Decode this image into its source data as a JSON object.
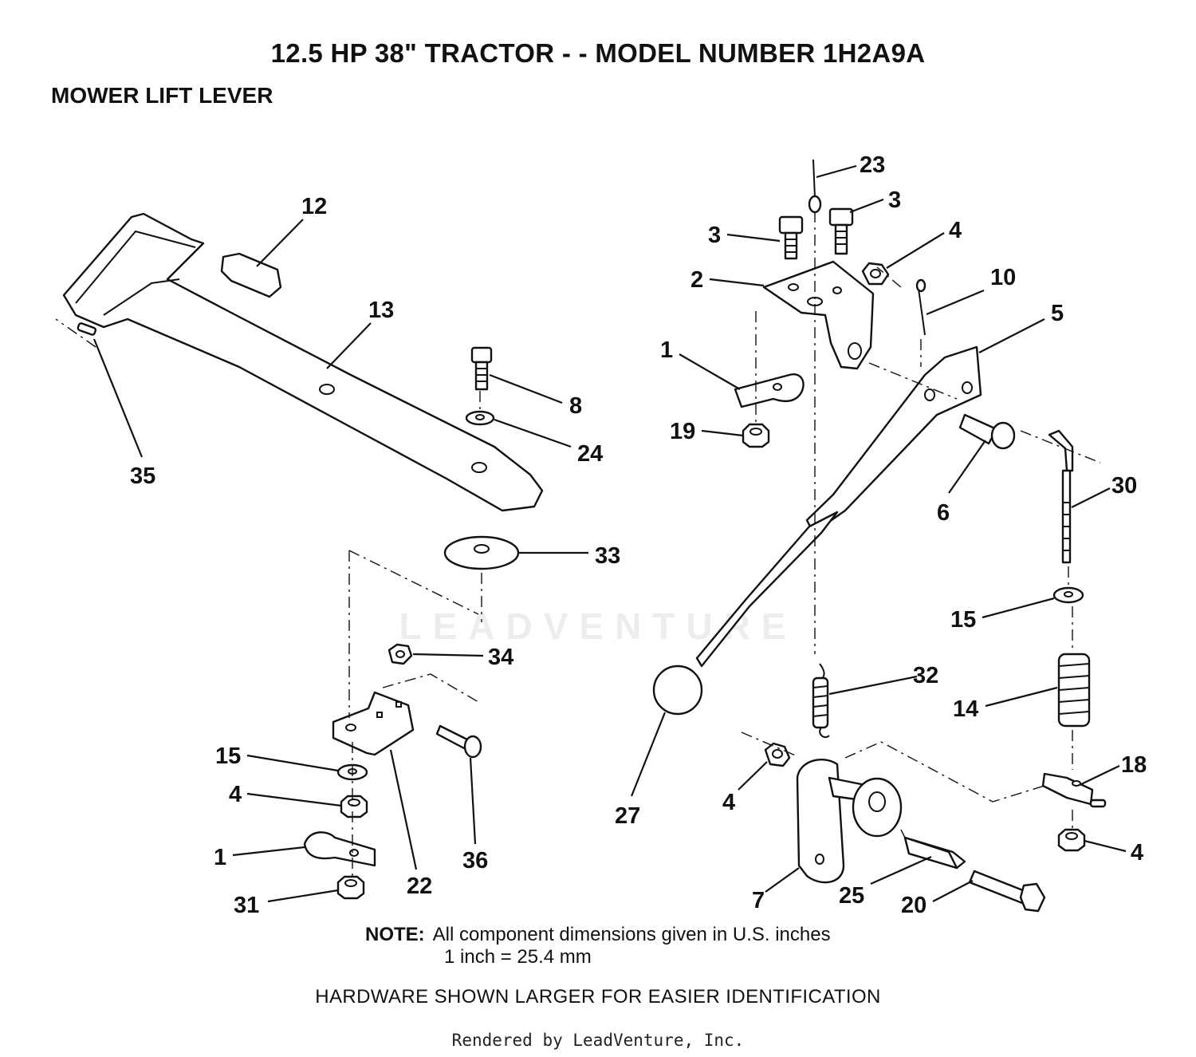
{
  "title": "12.5 HP 38\" TRACTOR - - MODEL NUMBER 1H2A9A",
  "subtitle": "MOWER LIFT LEVER",
  "note_label": "NOTE:",
  "note_line1": "All component dimensions given in U.S. inches",
  "note_line2": "1 inch = 25.4 mm",
  "hardware_note": "HARDWARE SHOWN LARGER FOR EASIER IDENTIFICATION",
  "watermark": "LEADVENTURE",
  "rendered_by": "Rendered by LeadVenture, Inc.",
  "callouts": {
    "c12": "12",
    "c13": "13",
    "c35": "35",
    "c8": "8",
    "c24": "24",
    "c33": "33",
    "c34": "34",
    "c15a": "15",
    "c4a": "4",
    "c1a": "1",
    "c31": "31",
    "c22": "22",
    "c36": "36",
    "c23": "23",
    "c3a": "3",
    "c3b": "3",
    "c4b": "4",
    "c2": "2",
    "c10": "10",
    "c5": "5",
    "c1b": "1",
    "c19": "19",
    "c6": "6",
    "c30": "30",
    "c15b": "15",
    "c32": "32",
    "c14": "14",
    "c27": "27",
    "c4c": "4",
    "c18": "18",
    "c4d": "4",
    "c7": "7",
    "c25": "25",
    "c20": "20"
  }
}
